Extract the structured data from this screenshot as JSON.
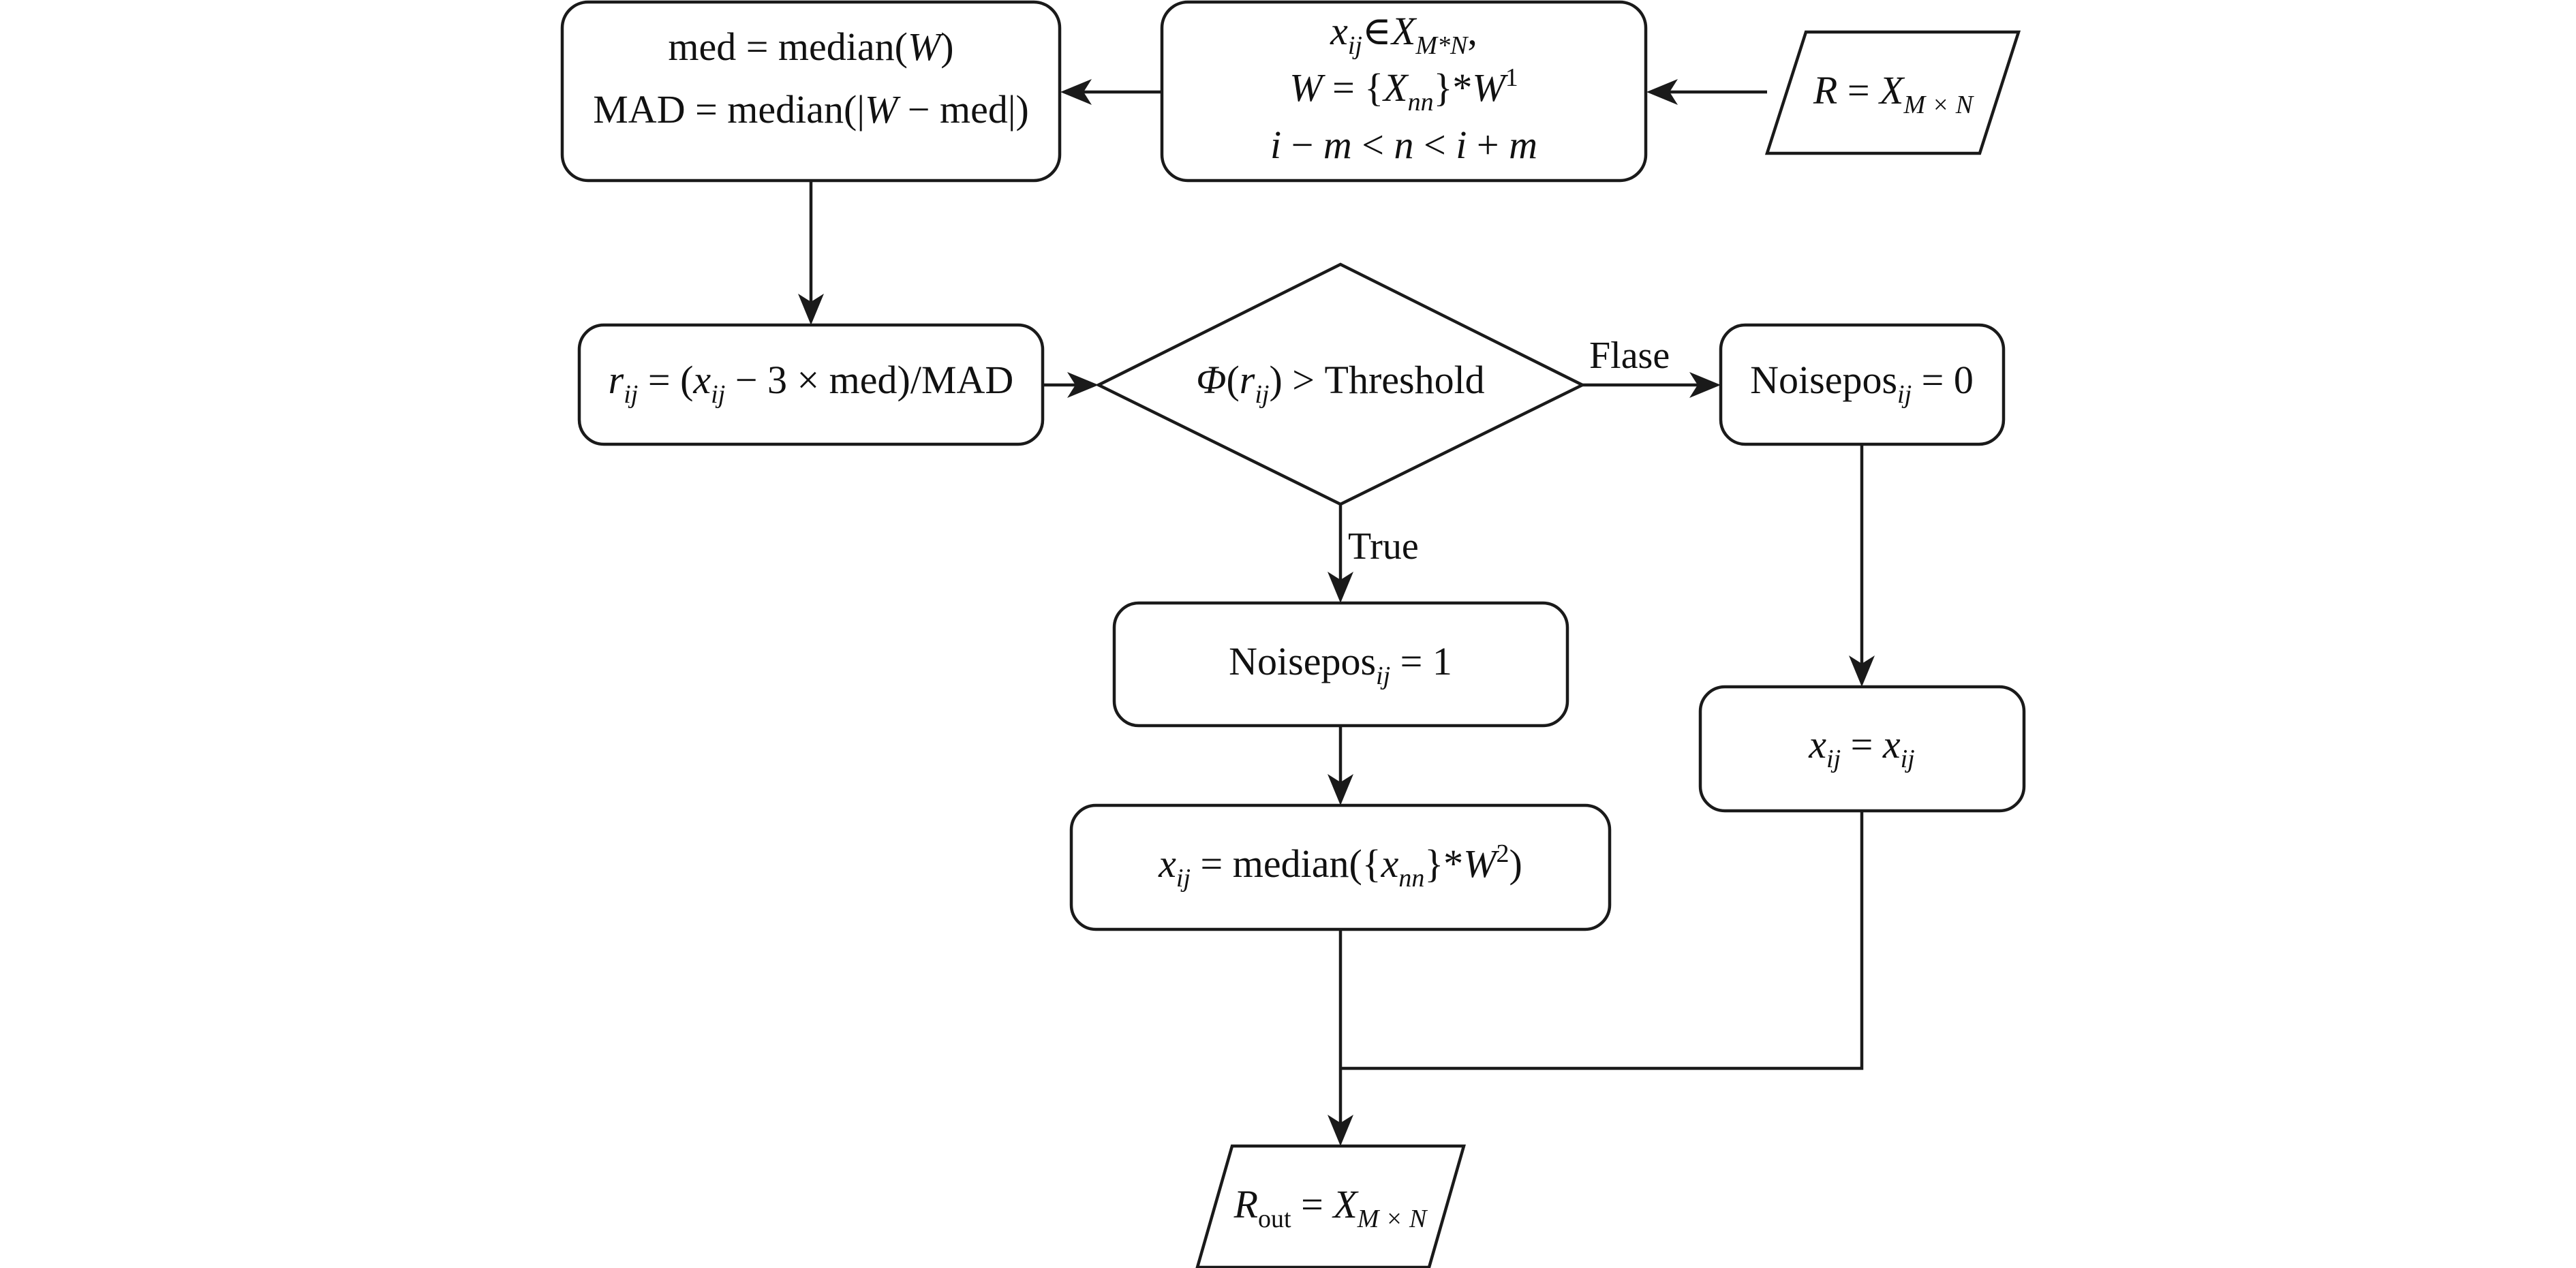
{
  "nodes": {
    "input": {
      "lhs": "R",
      "eq": "=",
      "X": "X",
      "sub": "M × N"
    },
    "window": {
      "line1": {
        "x": "x",
        "ij": "ij",
        "in": "∈",
        "X": "X",
        "sub": "M*N",
        "comma": ","
      },
      "line2": {
        "W": "W",
        "eq": "=",
        "open": "{",
        "X": "X",
        "nn": "nn",
        "close": "}",
        "star": "*",
        "W1": "W",
        "sup": "1"
      },
      "line3": {
        "i": "i",
        "minus": "−",
        "m": "m",
        "lt1": "<",
        "n": "n",
        "lt2": "<",
        "i2": "i",
        "plus": "+",
        "m2": "m"
      }
    },
    "median": {
      "line1": {
        "pre": "med = median(",
        "W": "W",
        "post": ")"
      },
      "line2": {
        "pre": "MAD = median(|",
        "W": "W",
        "post": " − med|)"
      }
    },
    "ratio": {
      "r": "r",
      "ij": "ij",
      "eq": " = (",
      "x": "x",
      "ij2": "ij",
      "post": " − 3 × med)/MAD"
    },
    "decision": {
      "phi": "Φ",
      "open": "(",
      "r": "r",
      "ij": "ij",
      "post": ") > Threshold"
    },
    "noise0": {
      "pre": "Noisepos",
      "ij": "ij",
      "post": " = 0"
    },
    "noise1": {
      "pre": "Noisepos",
      "ij": "ij",
      "post": " = 1"
    },
    "keep": {
      "x": "x",
      "ij": "ij",
      "eq": " = ",
      "x2": "x",
      "ij2": "ij"
    },
    "replace": {
      "x": "x",
      "ij": "ij",
      "mid": " = median({",
      "xn": "x",
      "nn": "nn",
      "mid2": "}*",
      "W": "W",
      "sup": "2",
      "post": ")"
    },
    "output": {
      "R": "R",
      "sub": "out",
      "eq": " = ",
      "X": "X",
      "sub2": "M × N"
    }
  },
  "edge_labels": {
    "false_branch": "Flase",
    "true_branch": "True"
  }
}
